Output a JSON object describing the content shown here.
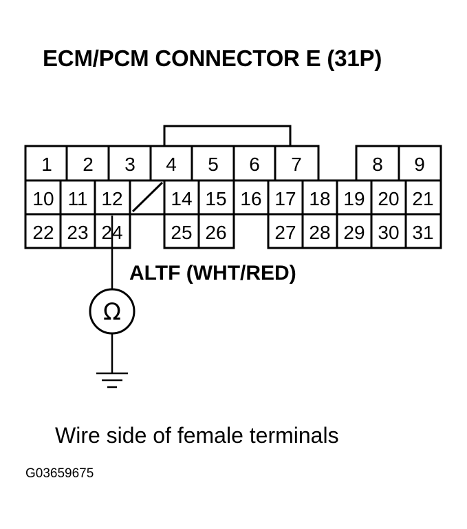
{
  "title": "ECM/PCM CONNECTOR E (31P)",
  "wire_label": "ALTF (WHT/RED)",
  "caption": "Wire side of female terminals",
  "figure_code": "G03659675",
  "meter_symbol": "Ω",
  "connector": {
    "row1": [
      "1",
      "2",
      "3",
      "4",
      "5",
      "6",
      "7",
      "8",
      "9"
    ],
    "row2": [
      "10",
      "11",
      "12",
      "14",
      "15",
      "16",
      "17",
      "18",
      "19",
      "20",
      "21"
    ],
    "row3": [
      "22",
      "23",
      "24",
      "25",
      "26",
      "27",
      "28",
      "29",
      "30",
      "31"
    ]
  },
  "probe_terminal": "24",
  "icons": [
    "ohmmeter-icon",
    "ground-icon"
  ]
}
